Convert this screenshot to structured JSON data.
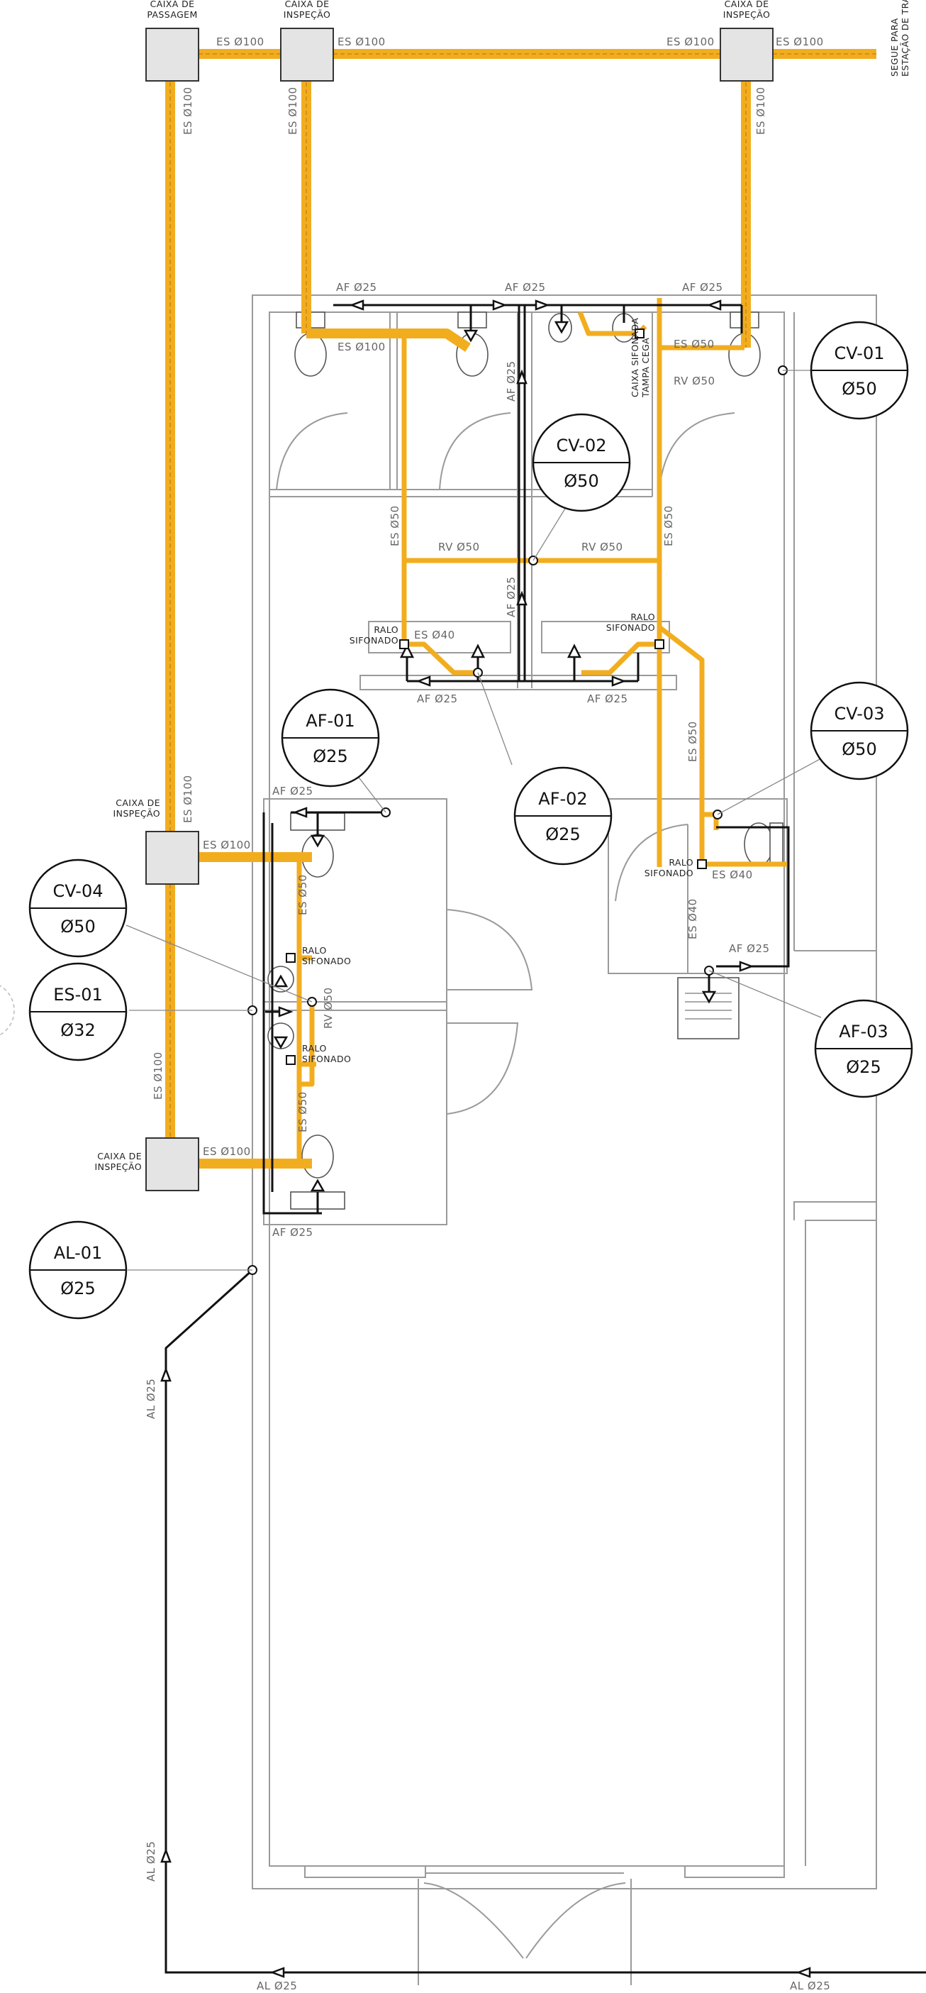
{
  "boxes": {
    "caixa_passagem": "CAIXA DE\nPASSAGEM",
    "caixa_inspecao_1": "CAIXA DE\nINSPEÇÃO",
    "caixa_inspecao_2": "CAIXA DE\nINSPEÇÃO",
    "caixa_inspecao_3": "CAIXA DE\nINSPEÇÃO",
    "caixa_inspecao_4": "CAIXA DE\nINSPEÇÃO"
  },
  "notes": {
    "segue_para": "SEGUE PARA\nESTAÇÃO DE TRATAMENTO",
    "caixa_sifonada": "CAIXA SIFONADA\nTAMPA CEGA"
  },
  "pipe_labels": {
    "es100_a": "ES Ø100",
    "es100_b": "ES Ø100",
    "es100_c": "ES Ø100",
    "es100_d": "ES Ø100",
    "es100_v1": "ES Ø100",
    "es100_v2": "ES Ø100",
    "es100_v3": "ES Ø100",
    "es100_room": "ES Ø100",
    "es100_v4": "ES Ø100",
    "es100_v5": "ES Ø100",
    "es100_lower1": "ES Ø100",
    "es100_lower2": "ES Ø100",
    "af25_top1": "AF Ø25",
    "af25_top2": "AF Ø25",
    "af25_top3": "AF Ø25",
    "af25_v1": "AF Ø25",
    "af25_v2": "AF Ø25",
    "af25_bot1": "AF Ø25",
    "af25_bot2": "AF Ø25",
    "af25_wc1": "AF Ø25",
    "af25_wc2": "AF Ø25",
    "af25_right": "AF Ø25",
    "es50_1": "ES Ø50",
    "es50_v1": "ES Ø50",
    "es50_v2": "ES Ø50",
    "es50_v3": "ES Ø50",
    "es50_v4": "ES Ø50",
    "es50_v5": "ES Ø50",
    "rv50_1": "RV Ø50",
    "rv50_2": "RV Ø50",
    "rv50_3": "RV Ø50",
    "rv50_4": "RV Ø50",
    "es40_1": "ES Ø40",
    "es40_2": "ES Ø40",
    "es40_v": "ES Ø40",
    "al25_v1": "AL Ø25",
    "al25_v2": "AL Ø25",
    "al25_b1": "AL Ø25",
    "al25_b2": "AL Ø25",
    "ralo1": "RALO\nSIFONADO",
    "ralo2": "RALO\nSIFONADO",
    "ralo3": "RALO\nSIFONADO",
    "ralo4": "RALO\nSIFONADO",
    "ralo5": "RALO\nSIFONADO"
  },
  "tags": {
    "cv01": {
      "code": "CV-01",
      "dia": "Ø50"
    },
    "cv02": {
      "code": "CV-02",
      "dia": "Ø50"
    },
    "cv03": {
      "code": "CV-03",
      "dia": "Ø50"
    },
    "cv04": {
      "code": "CV-04",
      "dia": "Ø50"
    },
    "af01": {
      "code": "AF-01",
      "dia": "Ø25"
    },
    "af02": {
      "code": "AF-02",
      "dia": "Ø25"
    },
    "af03": {
      "code": "AF-03",
      "dia": "Ø25"
    },
    "es01": {
      "code": "ES-01",
      "dia": "Ø32"
    },
    "al01": {
      "code": "AL-01",
      "dia": "Ø25"
    }
  },
  "colors": {
    "sewer": "#f2ad1f",
    "water": "#111111",
    "walls": "#9a9a9a"
  }
}
